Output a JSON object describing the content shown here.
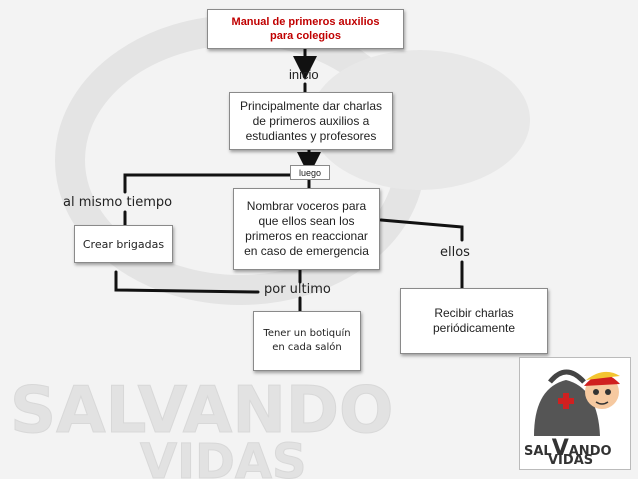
{
  "diagram": {
    "title": "Manual de primeros auxilios\npara colegios",
    "nodes": {
      "charlas": "Principalmente dar charlas\nde primeros auxilios a\nestudiantes y profesores",
      "voceros": "Nombrar voceros para\nque ellos sean los\nprimeros en reaccionar\nen caso de emergencia",
      "brigadas": "Crear brigadas",
      "botiquin": "Tener un botiquín\nen cada salón",
      "recibir": "Recibir charlas\nperiódicamente"
    },
    "edges": {
      "inicio": "inicio",
      "luego": "luego",
      "al_mismo_tiempo": "al mismo tiempo",
      "ellos": "ellos",
      "por_ultimo": "por ultimo"
    }
  },
  "logo": {
    "line1": "SAL",
    "v": "V",
    "line1b": "ANDO",
    "line2": "VIDAS"
  },
  "watermark": {
    "text1": "SALVANDO",
    "text2": "VIDAS"
  },
  "colors": {
    "title": "#c00000",
    "line": "#111111",
    "watermark": "#dcdcdc",
    "cross": "#d02020"
  }
}
